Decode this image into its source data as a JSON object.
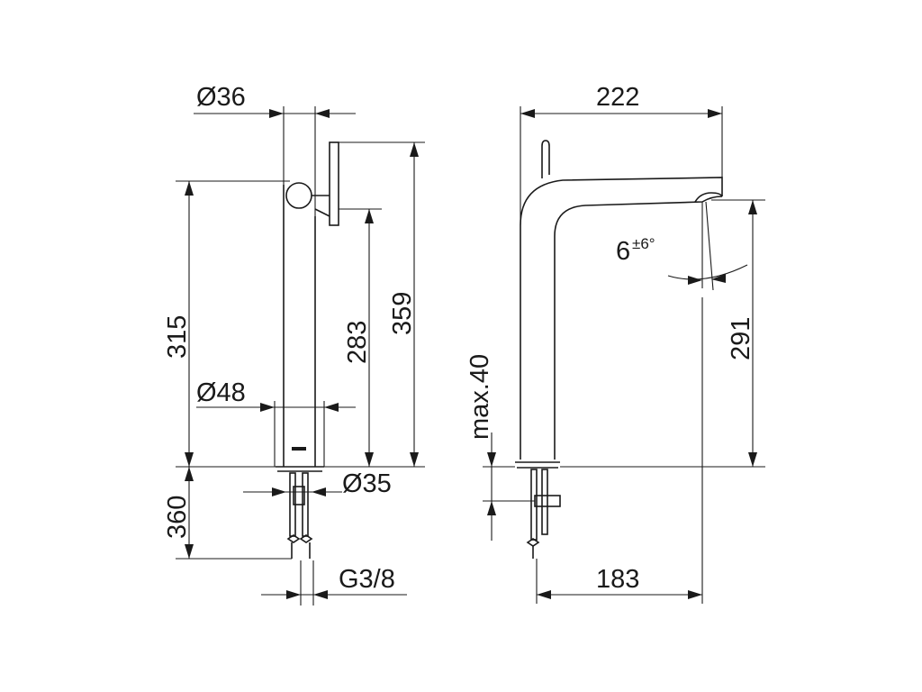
{
  "drawing": {
    "front": {
      "dia_top": "Ø36",
      "dia_body": "Ø48",
      "dia_base": "Ø35",
      "height_body": "315",
      "height_handle": "283",
      "height_total": "359",
      "below_deck": "360",
      "connection": "G3/8"
    },
    "side": {
      "reach_total": "222",
      "reach_spout": "183",
      "height_outlet": "291",
      "deck_thickness": "max.40",
      "angle_value": "6",
      "angle_tolerance": "±6°"
    }
  }
}
